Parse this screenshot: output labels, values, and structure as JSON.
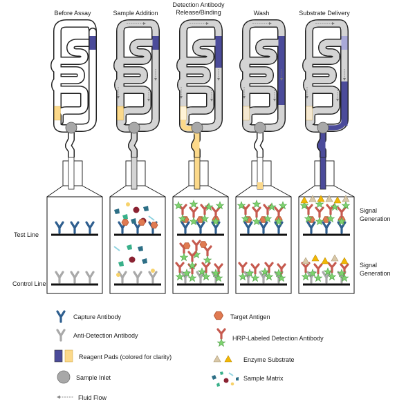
{
  "stages": [
    {
      "title_lines": [
        "Before Assay"
      ],
      "state": "before"
    },
    {
      "title_lines": [
        "Sample Addition"
      ],
      "state": "sample"
    },
    {
      "title_lines": [
        "Detection Antibody",
        "Release/Binding"
      ],
      "state": "detection"
    },
    {
      "title_lines": [
        "Wash"
      ],
      "state": "wash"
    },
    {
      "title_lines": [
        "Substrate Delivery"
      ],
      "state": "substrate"
    }
  ],
  "row_labels": {
    "test": "Test Line",
    "control": "Control Line"
  },
  "signal_labels": {
    "test": [
      "Signal",
      "Generation"
    ],
    "control": [
      "Signal",
      "Generation"
    ]
  },
  "legend": {
    "left": [
      {
        "icon": "capture-antibody-icon",
        "label": "Capture Antibody"
      },
      {
        "icon": "anti-detection-antibody-icon",
        "label": "Anti-Detection Antibody"
      },
      {
        "icon": "reagent-pads-icon",
        "label": "Reagent Pads (colored for clarity)"
      },
      {
        "icon": "sample-inlet-icon",
        "label": "Sample Inlet"
      },
      {
        "icon": "fluid-flow-icon",
        "label": "Fluid Flow"
      }
    ],
    "right": [
      {
        "icon": "target-antigen-icon",
        "label": "Target Antigen"
      },
      {
        "icon": "hrp-detection-antibody-icon",
        "label": "HRP-Labeled Detection Antibody"
      },
      {
        "icon": "enzyme-substrate-icon",
        "label": "Enzyme Substrate"
      },
      {
        "icon": "sample-matrix-icon",
        "label": "Sample Matrix"
      }
    ]
  },
  "colors": {
    "capture": "#2f5f8f",
    "anti_detection": "#a9a9a9",
    "pad_purple": "#4b4b9a",
    "pad_purple_light": "#a9a9d8",
    "pad_yellow": "#fcd98a",
    "pad_cream": "#f5e8d0",
    "hrp": "#c65a4f",
    "hrp_label": "#7ed36f",
    "antigen": "#e07a52",
    "substrate_fill": "#f2b705",
    "substrate_light": "#d9c8a8",
    "matrix_teal": "#2d6f86",
    "matrix_green": "#39b08a",
    "matrix_dark": "#8a2232",
    "matrix_cyan": "#8fd3e0",
    "matrix_yellow": "#f7d26b",
    "channel_gray": "#d4d4d4",
    "inlet_gray": "#a8a8a8"
  }
}
